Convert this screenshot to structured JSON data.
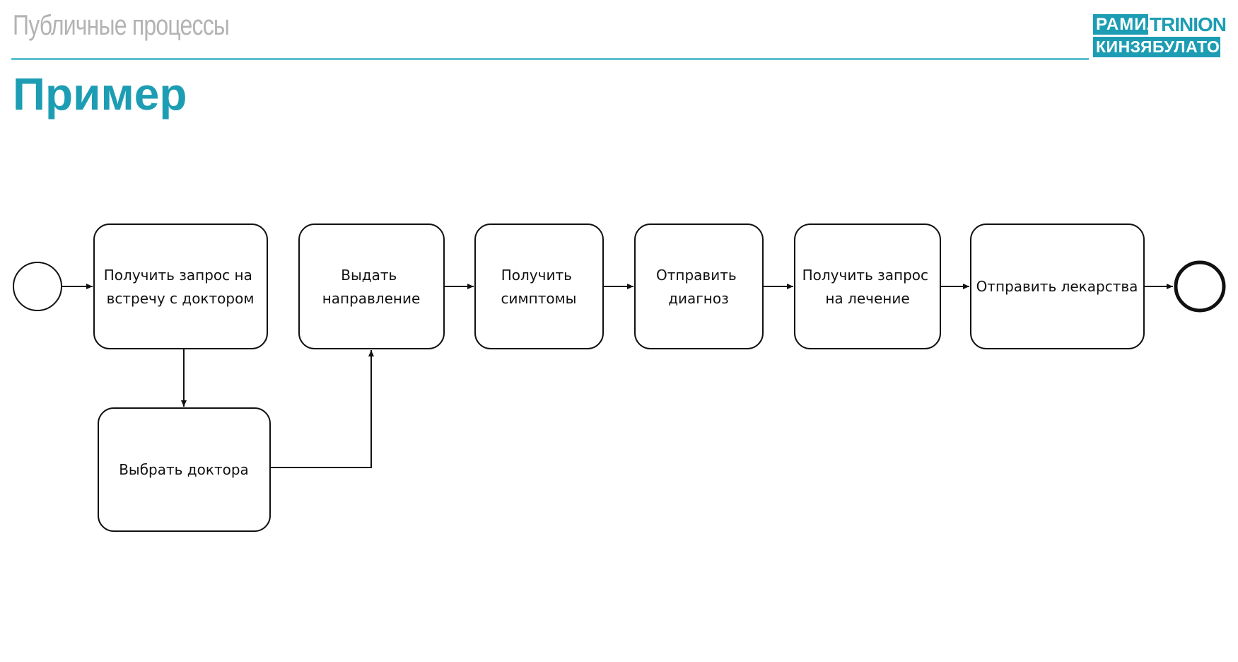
{
  "header": {
    "section_title": "Публичные процессы"
  },
  "logo": {
    "name": "РАМИЛЬ",
    "brand": "TRINION",
    "surname": "КИНЗЯБУЛАТОВ"
  },
  "page_title": "Пример",
  "diagram": {
    "start_event": "start",
    "end_event": "end",
    "tasks": [
      {
        "id": "t1",
        "lines": [
          "Получить запрос на",
          "встречу с доктором"
        ]
      },
      {
        "id": "t2",
        "lines": [
          "Выдать",
          "направление"
        ]
      },
      {
        "id": "t3",
        "lines": [
          "Получить",
          "симптомы"
        ]
      },
      {
        "id": "t4",
        "lines": [
          "Отправить",
          "диагноз"
        ]
      },
      {
        "id": "t5",
        "lines": [
          "Получить запрос",
          "на лечение"
        ]
      },
      {
        "id": "t6",
        "lines": [
          "Отправить лекарства"
        ]
      },
      {
        "id": "t7",
        "lines": [
          "Выбрать доктора"
        ]
      }
    ]
  }
}
